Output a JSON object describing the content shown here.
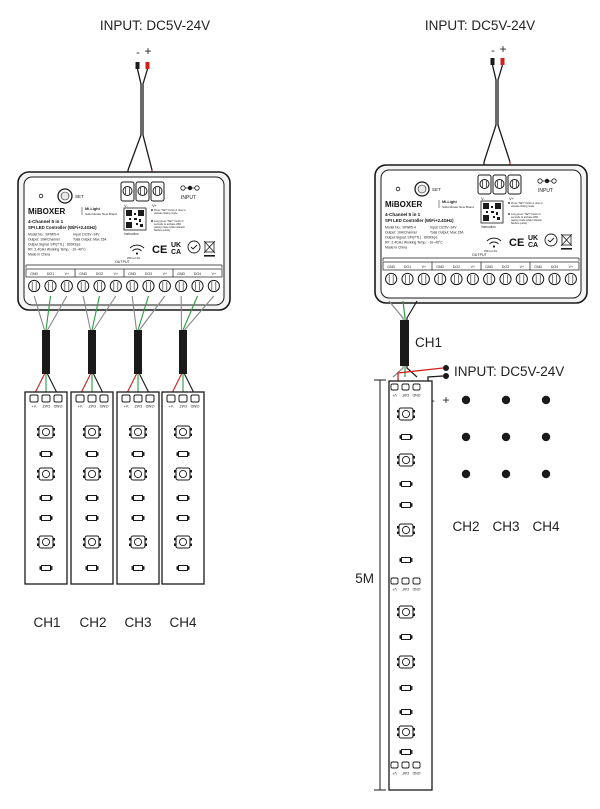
{
  "left": {
    "input_label": "INPUT: DC5V-24V",
    "channel_labels": [
      "CH1",
      "CH2",
      "CH3",
      "CH4"
    ]
  },
  "right": {
    "input_label": "INPUT: DC5V-24V",
    "strip_input_label": "INPUT: DC5V-24V",
    "ch1_label": "CH1",
    "length_label": "5M",
    "channel_labels": [
      "CH2",
      "CH3",
      "CH4"
    ]
  },
  "polarity": {
    "minus": "-",
    "plus": "+"
  },
  "controller": {
    "brand": "MiBOXER",
    "sub_brand_line1": "Mi-Light",
    "sub_brand_line2": "Subordinate New Brand",
    "title_line1": "4-Channel 5 in 1",
    "title_line2": "SPI LED Controller (WiFi+2.4GHz)",
    "spec_line1": "Model No.: SPIW5-4",
    "spec_line1b": "Input: DC5V~24V",
    "spec_line2": "Output: 10A/Channel",
    "spec_line2b": "Total Output: Max 15A",
    "spec_line3": "Output Signal: SPI(TTL) : 800Kbps",
    "spec_line4": "RF: 2.4GHz  Working Temp.: -10~40°C",
    "spec_line5": "Made in China",
    "set_label": "SET",
    "input_tag": "INPUT",
    "v_minus": "V-",
    "v_plus": "V+",
    "output_tag": "OUTPUT",
    "instruction": "Instruction",
    "wifi_label": "WiFi+2.4G",
    "note1": "Press \"SET\" button 1 time to activate linking mode",
    "note2": "Long press \"SET\" button 3 seconds to activate WiFi pairing mode while indicator flashes quickly",
    "cert_ce": "CE",
    "cert_ukca_top": "UK",
    "cert_ukca_bottom": "CA",
    "terminals": [
      "GND",
      "DO1",
      "V+",
      "GND",
      "DO2",
      "V+",
      "GND",
      "DO3",
      "V+",
      "GND",
      "DO4",
      "V+"
    ]
  },
  "strip": {
    "pins": [
      "V+",
      "DAT",
      "GND"
    ]
  },
  "colors": {
    "line": "#1a1a1a",
    "wire_red": "#d41f1f",
    "wire_green": "#2e9b3f",
    "wire_gray": "#888888"
  }
}
